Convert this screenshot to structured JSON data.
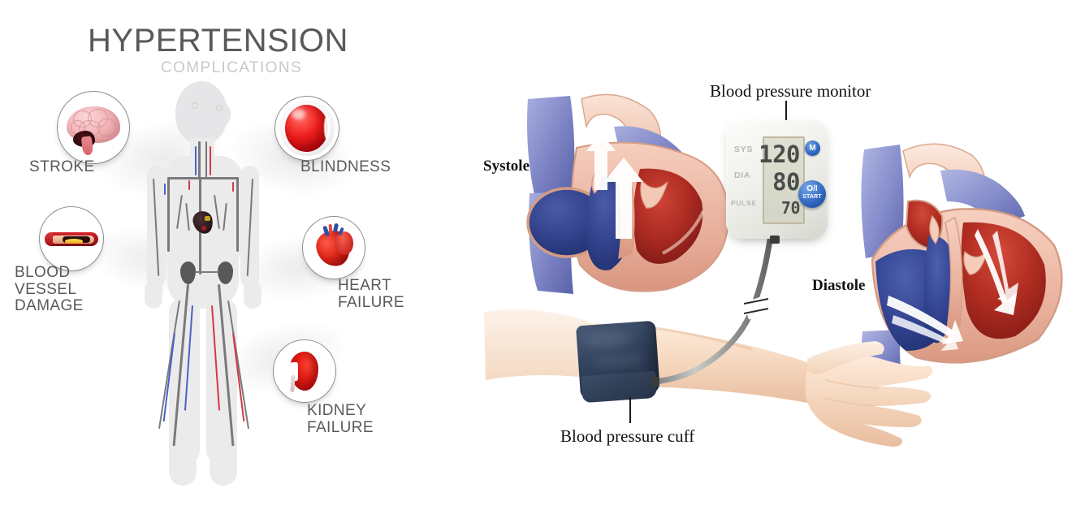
{
  "left": {
    "title": "HYPERTENSION",
    "subtitle": "COMPLICATIONS",
    "nodes": [
      {
        "id": "stroke",
        "label": "STROKE",
        "icon": "brain-icon"
      },
      {
        "id": "blindness",
        "label": "BLINDNESS",
        "icon": "eye-icon"
      },
      {
        "id": "vessel-damage",
        "label": "BLOOD\nVESSEL DAMAGE",
        "icon": "artery-cross-section-icon"
      },
      {
        "id": "heart-failure",
        "label": "HEART\nFAILURE",
        "icon": "heart-icon"
      },
      {
        "id": "kidney-failure",
        "label": "KIDNEY\nFAILURE",
        "icon": "kidney-icon"
      }
    ]
  },
  "right": {
    "systole_label": "Systole",
    "diastole_label": "Diastole",
    "monitor_label": "Blood pressure monitor",
    "cuff_label": "Blood pressure cuff",
    "monitor": {
      "rows": [
        {
          "name": "SYS",
          "value": "120"
        },
        {
          "name": "DIA",
          "value": "80"
        },
        {
          "name": "PULSE",
          "value": "70"
        }
      ],
      "button_memory": "M",
      "button_power_line1": "O/I",
      "button_power_line2": "START"
    }
  },
  "colors": {
    "title": "#595959",
    "subtitle": "#c9c9c9",
    "label": "#59595a",
    "node_ring": "#8d8d8d",
    "artery_red": "#c0040c",
    "vein_blue": "#2f4fa8",
    "cuff_navy": "#27364e",
    "lcd_bg": "#d3d5c6",
    "button_blue": "#3269c2"
  }
}
